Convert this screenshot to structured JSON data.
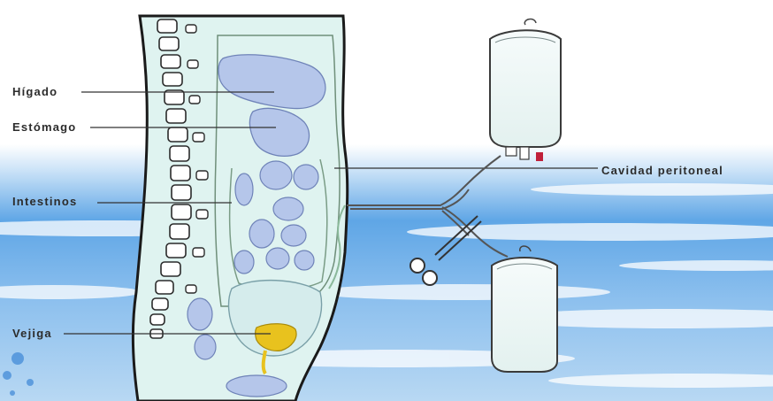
{
  "labels": {
    "higado": "Hígado",
    "estomago": "Estómago",
    "intestinos": "Intestinos",
    "vejiga": "Vejiga",
    "cavidad": "Cavidad peritoneal"
  },
  "colors": {
    "body_fill": "#dff3f0",
    "organ_fill": "#b5c6ea",
    "bladder_fill": "#e8c21e",
    "water_blue": "#5fa6e6",
    "outline": "#1a1a1a",
    "catheter_line": "#333333",
    "clamp_red": "#c0203a"
  }
}
